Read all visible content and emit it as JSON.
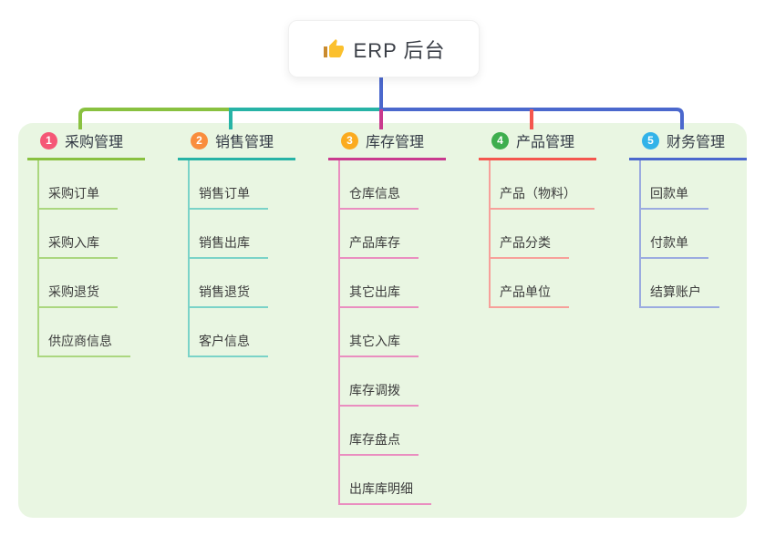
{
  "root": {
    "label": "ERP 后台",
    "icon": "thumbs-up",
    "line_color": "#4b68cd"
  },
  "panel_color": "#e9f6e2",
  "branches": [
    {
      "num": "1",
      "label": "采购管理",
      "badge_color": "#f55776",
      "line_color": "#89c140",
      "child_line_color": "#abd77f",
      "children": [
        "采购订单",
        "采购入库",
        "采购退货",
        "供应商信息"
      ]
    },
    {
      "num": "2",
      "label": "销售管理",
      "badge_color": "#f98d3d",
      "line_color": "#27b3a6",
      "child_line_color": "#7ad3c8",
      "children": [
        "销售订单",
        "销售出库",
        "销售退货",
        "客户信息"
      ]
    },
    {
      "num": "3",
      "label": "库存管理",
      "badge_color": "#fbab1f",
      "line_color": "#c93a8e",
      "child_line_color": "#ea8ec0",
      "children": [
        "仓库信息",
        "产品库存",
        "其它出库",
        "其它入库",
        "库存调拨",
        "库存盘点",
        "出库库明细"
      ]
    },
    {
      "num": "4",
      "label": "产品管理",
      "badge_color": "#3eae4e",
      "line_color": "#f4574f",
      "child_line_color": "#f7a09a",
      "children": [
        "产品（物料）",
        "产品分类",
        "产品单位"
      ]
    },
    {
      "num": "5",
      "label": "财务管理",
      "badge_color": "#32b3e9",
      "line_color": "#4b68cd",
      "child_line_color": "#9babe0",
      "children": [
        "回款单",
        "付款单",
        "结算账户"
      ]
    }
  ]
}
